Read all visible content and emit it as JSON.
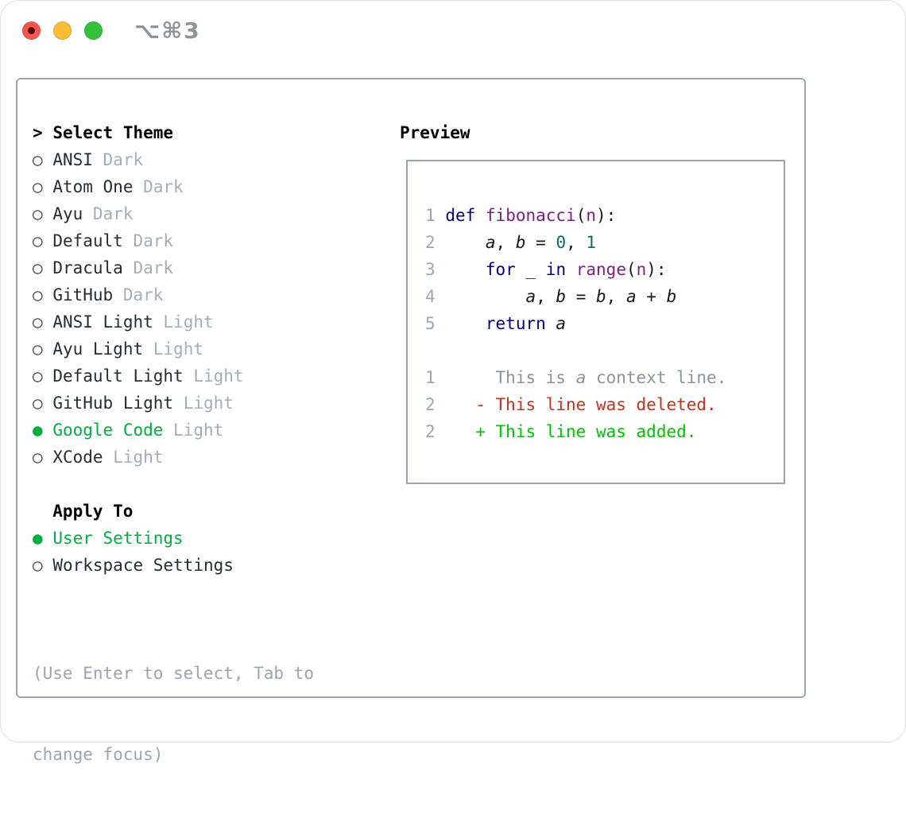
{
  "window": {
    "shortcut": "⌥⌘3"
  },
  "traffic_lights": {
    "close_color": "#f4564d",
    "close_dot_color": "#5c0502",
    "minimize_color": "#f8bd35",
    "zoom_color": "#33c13c"
  },
  "colors": {
    "accent_green": "#00ae41",
    "diff_added_green": "#00c300",
    "diff_deleted_red": "#c5311f",
    "syntax_keyword": "#000088",
    "syntax_function": "#7c1f87",
    "syntax_literal": "#0b6a6a",
    "muted_gray": "#a3aeb9",
    "hint_gray": "#9aa5b0",
    "panel_border": "#9aa3ae"
  },
  "theme_picker": {
    "marker": ">",
    "header": "Select Theme",
    "items": [
      {
        "name": "ANSI",
        "variant": "Dark",
        "selected": false
      },
      {
        "name": "Atom One",
        "variant": "Dark",
        "selected": false
      },
      {
        "name": "Ayu",
        "variant": "Dark",
        "selected": false
      },
      {
        "name": "Default",
        "variant": "Dark",
        "selected": false
      },
      {
        "name": "Dracula",
        "variant": "Dark",
        "selected": false
      },
      {
        "name": "GitHub",
        "variant": "Dark",
        "selected": false
      },
      {
        "name": "ANSI Light",
        "variant": "Light",
        "selected": false
      },
      {
        "name": "Ayu Light",
        "variant": "Light",
        "selected": false
      },
      {
        "name": "Default Light",
        "variant": "Light",
        "selected": false
      },
      {
        "name": "GitHub Light",
        "variant": "Light",
        "selected": false
      },
      {
        "name": "Google Code",
        "variant": "Light",
        "selected": true
      },
      {
        "name": "XCode",
        "variant": "Light",
        "selected": false
      }
    ]
  },
  "apply_to": {
    "header": "Apply To",
    "options": [
      {
        "name": "User Settings",
        "selected": true
      },
      {
        "name": "Workspace Settings",
        "selected": false
      }
    ]
  },
  "hint": {
    "lines": [
      "(Use Enter to select, Tab to",
      "change focus)"
    ]
  },
  "preview": {
    "header": "Preview",
    "lines": [
      {
        "num": "1",
        "parts": [
          [
            "def",
            "kw"
          ],
          [
            " ",
            ""
          ],
          [
            "fibonacci",
            "fn"
          ],
          [
            "(",
            ""
          ],
          [
            "n",
            "fn"
          ],
          [
            "):",
            ""
          ]
        ]
      },
      {
        "num": "2",
        "parts": [
          [
            "    ",
            ""
          ],
          [
            "a",
            "var"
          ],
          [
            ", ",
            ""
          ],
          [
            "b",
            "var"
          ],
          [
            " = ",
            ""
          ],
          [
            "0",
            "lit"
          ],
          [
            ", ",
            ""
          ],
          [
            "1",
            "lit"
          ]
        ]
      },
      {
        "num": "3",
        "parts": [
          [
            "    ",
            ""
          ],
          [
            "for",
            "kw"
          ],
          [
            " ",
            ""
          ],
          [
            "_",
            "var"
          ],
          [
            " ",
            ""
          ],
          [
            "in",
            "kw"
          ],
          [
            " ",
            ""
          ],
          [
            "range",
            "fn"
          ],
          [
            "(",
            ""
          ],
          [
            "n",
            "fn"
          ],
          [
            "):",
            ""
          ]
        ]
      },
      {
        "num": "4",
        "parts": [
          [
            "        ",
            ""
          ],
          [
            "a",
            "var"
          ],
          [
            ", ",
            ""
          ],
          [
            "b",
            "var"
          ],
          [
            " = ",
            ""
          ],
          [
            "b",
            "var"
          ],
          [
            ", ",
            ""
          ],
          [
            "a",
            "var"
          ],
          [
            " + ",
            ""
          ],
          [
            "b",
            "var"
          ]
        ]
      },
      {
        "num": "5",
        "parts": [
          [
            "    ",
            ""
          ],
          [
            "return",
            "kw"
          ],
          [
            " ",
            ""
          ],
          [
            "a",
            "var"
          ]
        ]
      },
      {
        "num": "",
        "parts": []
      },
      {
        "num": "1",
        "parts": [
          [
            "     This is ",
            "ctx"
          ],
          [
            "a",
            "ctx-i"
          ],
          [
            " context line.",
            "ctx"
          ]
        ]
      },
      {
        "num": "2",
        "parts": [
          [
            "   - This line was deleted.",
            "del"
          ]
        ]
      },
      {
        "num": "2",
        "parts": [
          [
            "   + This line was added.",
            "add"
          ]
        ]
      }
    ]
  }
}
